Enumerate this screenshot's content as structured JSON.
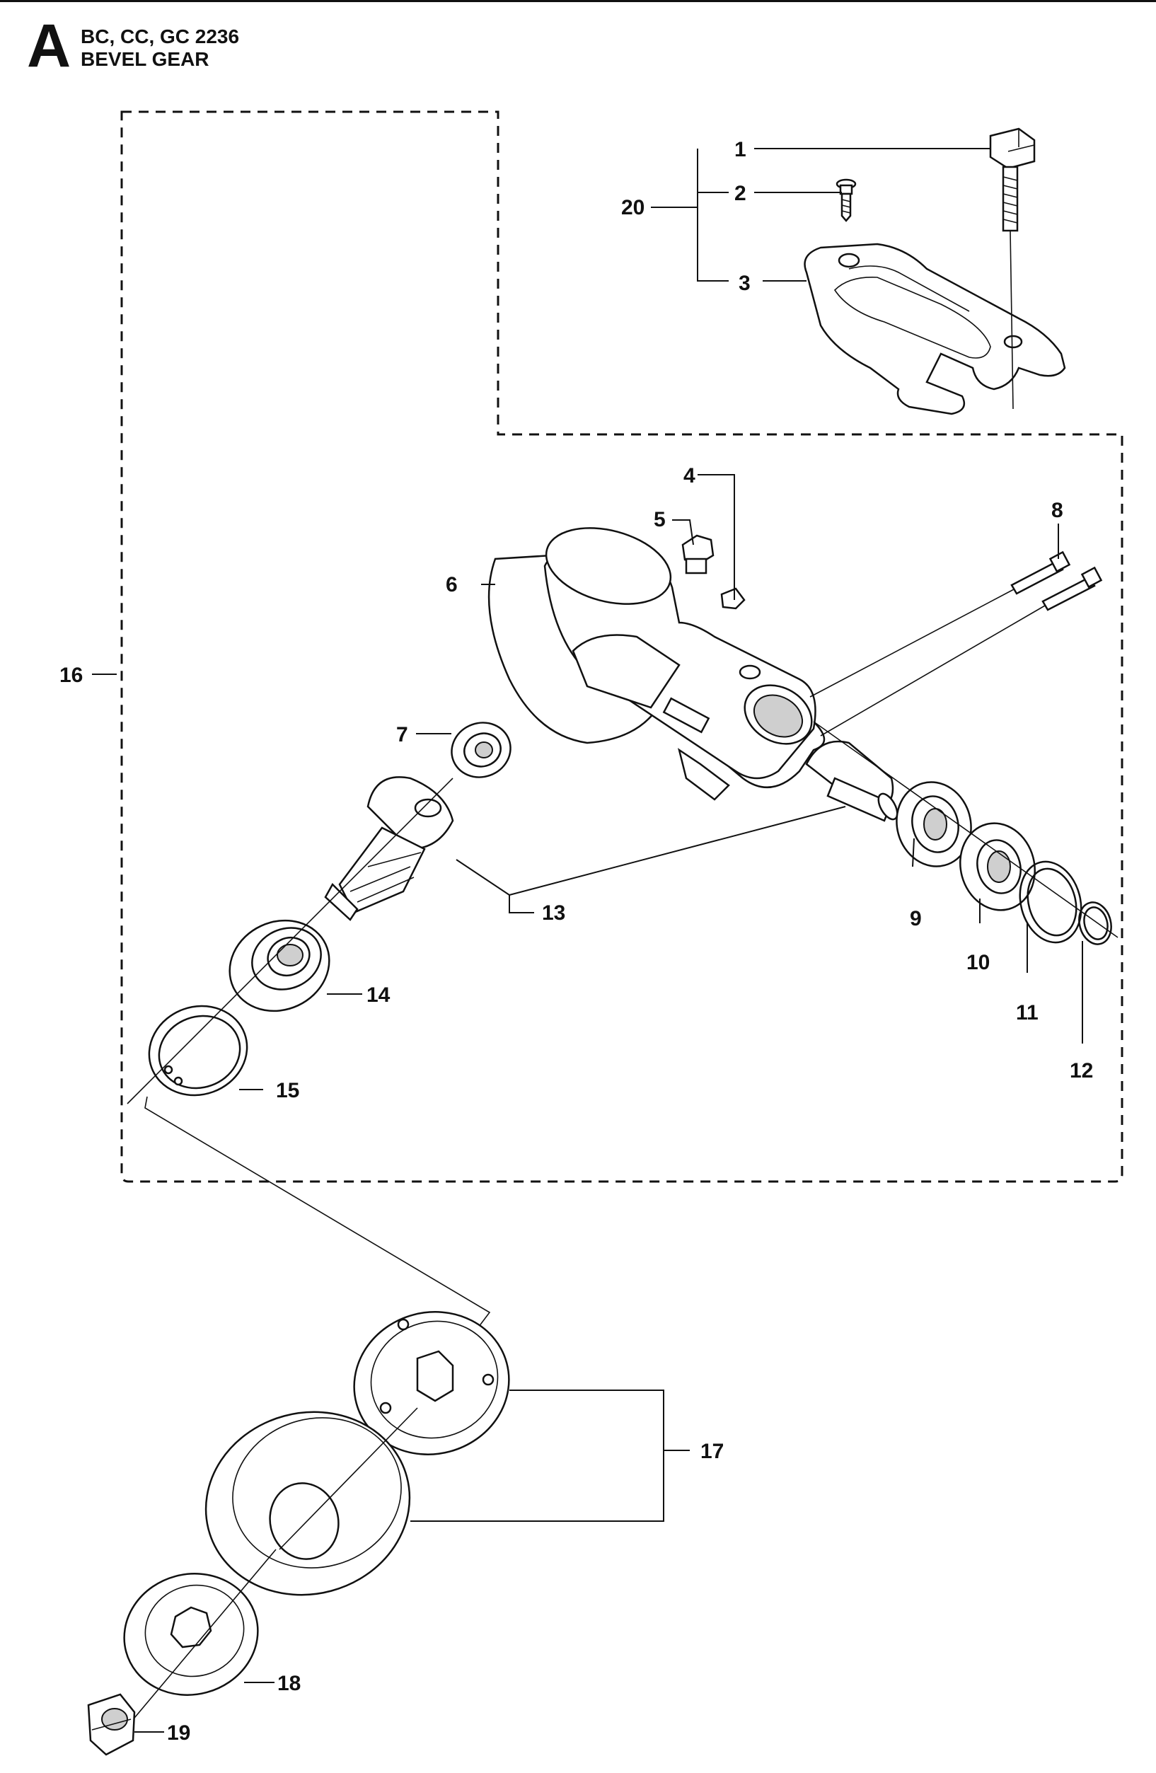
{
  "header": {
    "section_letter": "A",
    "model_line": "BC, CC, GC 2236",
    "section_title": "BEVEL GEAR"
  },
  "callouts": {
    "c1": "1",
    "c2": "2",
    "c3": "3",
    "c4": "4",
    "c5": "5",
    "c6": "6",
    "c7": "7",
    "c8": "8",
    "c9": "9",
    "c10": "10",
    "c11": "11",
    "c12": "12",
    "c13": "13",
    "c14": "14",
    "c15": "15",
    "c16": "16",
    "c17": "17",
    "c18": "18",
    "c19": "19",
    "c20": "20"
  },
  "colors": {
    "ink": "#111111",
    "paper": "#ffffff",
    "shade": "#cfcfcf"
  }
}
